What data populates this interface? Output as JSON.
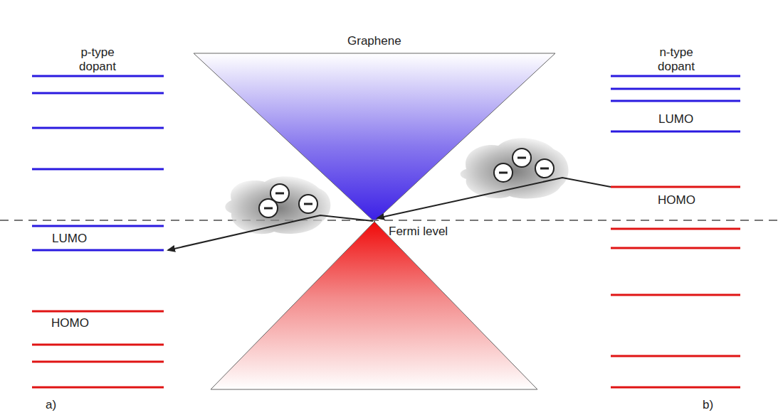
{
  "diagram": {
    "labels": [
      "p-type dopant",
      "Graphene",
      "n-type dopant",
      "LUMO",
      "HOMO",
      "Fermi level",
      "LUMO",
      "HOMO",
      "a)",
      "b)"
    ]
  }
}
